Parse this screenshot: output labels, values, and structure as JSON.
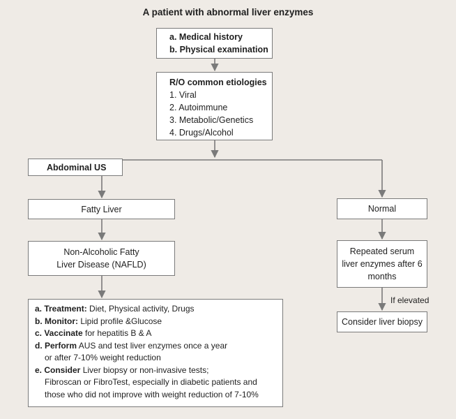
{
  "title": "A patient with abnormal liver enzymes",
  "step1": {
    "items": [
      {
        "marker": "a.",
        "label": "Medical history"
      },
      {
        "marker": "b.",
        "label": "Physical examination"
      }
    ]
  },
  "step2": {
    "heading": "R/O common etiologies",
    "items": [
      "1. Viral",
      "2. Autoimmune",
      "3. Metabolic/Genetics",
      "4. Drugs/Alcohol"
    ]
  },
  "abdominal_us": "Abdominal US",
  "fatty_liver": "Fatty Liver",
  "nafld": [
    "Non-Alcoholic Fatty",
    "Liver Disease (NAFLD)"
  ],
  "normal": "Normal",
  "repeated": [
    "Repeated serum",
    "liver enzymes after 6",
    "months"
  ],
  "if_elevated": "If elevated",
  "biopsy": "Consider liver biopsy",
  "management": [
    {
      "lead": "a. Treatment:",
      "text": " Diet, Physical activity, Drugs",
      "cont": []
    },
    {
      "lead": "b. Monitor:",
      "text": " Lipid profile &Glucose",
      "cont": []
    },
    {
      "lead": "c. Vaccinate",
      "text": " for hepatitis B & A",
      "cont": []
    },
    {
      "lead": "d. Perform",
      "text": " AUS and test liver enzymes once a year",
      "cont": [
        "or after 7-10% weight reduction"
      ]
    },
    {
      "lead": "e. Consider",
      "text": " Liver biopsy or non-invasive tests;",
      "cont": [
        "Fibroscan or FibroTest, especially in diabetic patients and",
        "those who did not improve with weight reduction of 7-10%"
      ]
    }
  ],
  "colors": {
    "background": "#efebe6",
    "box_fill": "#ffffff",
    "box_border": "#7a7a7a",
    "connector": "#7a7a7a"
  }
}
